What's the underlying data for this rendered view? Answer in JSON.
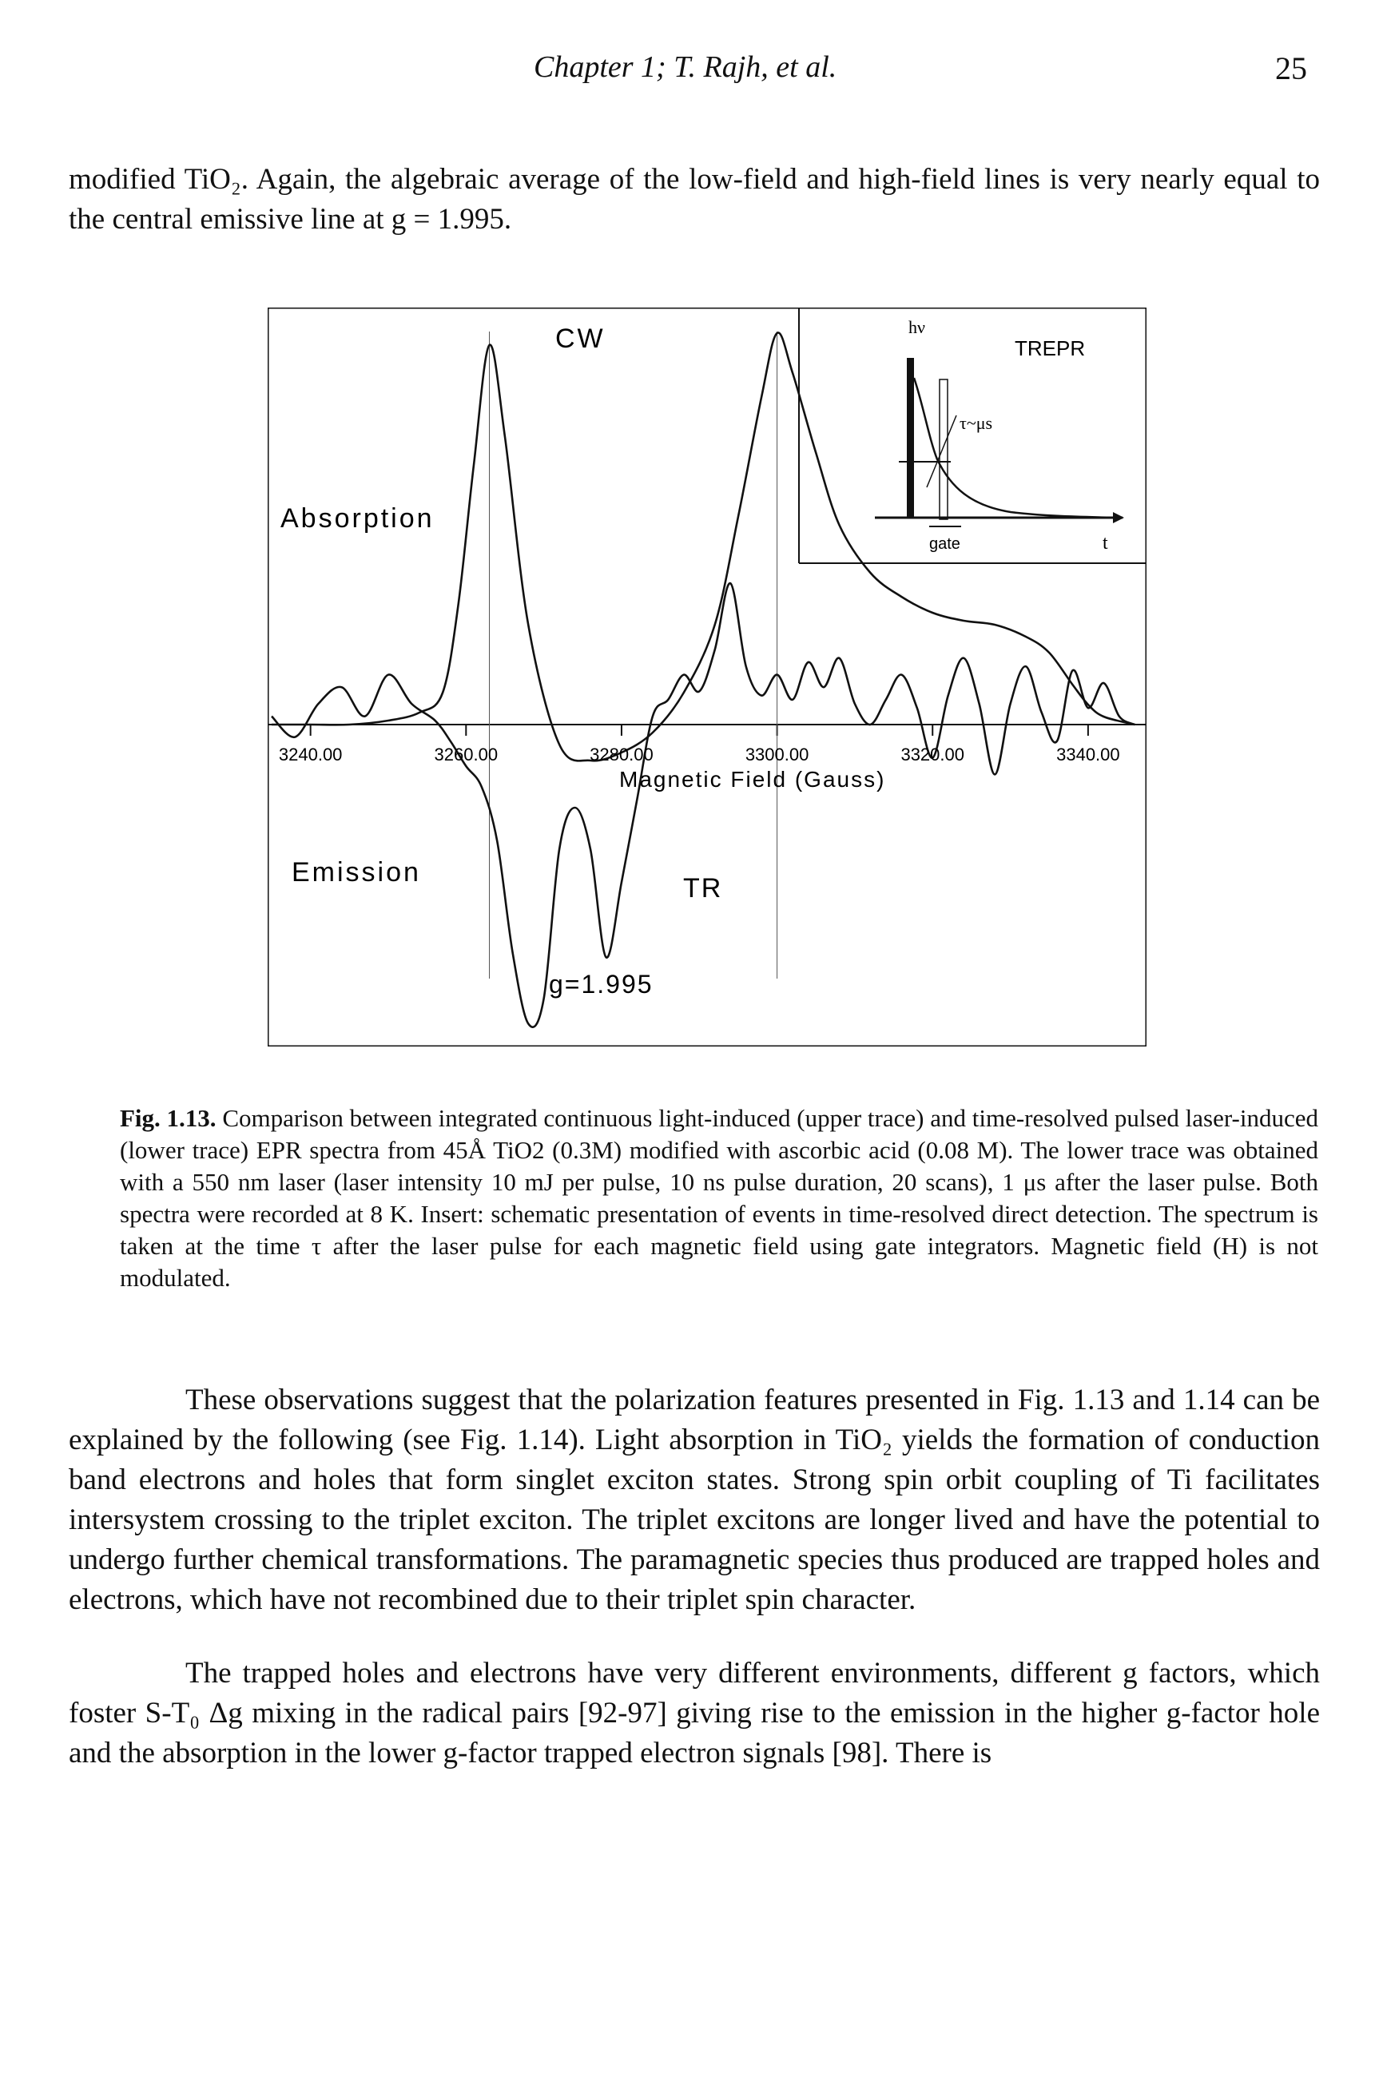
{
  "header": {
    "running_title": "Chapter 1;  T. Rajh, et al.",
    "page_number": "25"
  },
  "paragraphs": {
    "top": "modified TiO₂. Again, the algebraic average of the low-field and high-field lines is very nearly equal to the central  emissive line at  g = 1.995.",
    "observations": "These observations suggest that the polarization features presented in Fig. 1.13 and 1.14 can be explained by the following (see Fig. 1.14). Light absorption in TiO₂ yields the formation of conduction band electrons and holes that form singlet exciton states. Strong spin orbit coupling of Ti facilitates intersystem crossing to the triplet exciton. The triplet excitons are longer lived and have the potential to undergo further chemical transformations. The paramagnetic species thus produced are trapped holes and electrons, which have not recombined due to their triplet spin character.",
    "trapped": "The trapped holes and electrons have very different environments, different g factors, which foster S-T₀ Δg mixing in the radical pairs [92-97] giving rise to the emission in the higher g-factor hole and the absorption in the lower g-factor trapped electron signals [98]. There                                                                                                                    is"
  },
  "figure": {
    "label_cw": "CW",
    "label_absorption": "Absorption",
    "label_emission": "Emission",
    "label_tr": "TR",
    "label_g": "g=1.995",
    "inset": {
      "label_hv": "hν",
      "label_trepr": "TREPR",
      "label_tau": "τ~μs",
      "label_gate": "gate",
      "label_t": "t"
    }
  },
  "caption": {
    "number": "Fig. 1.13.",
    "text": "Comparison between integrated continuous light-induced (upper trace) and time-resolved pulsed laser-induced (lower trace) EPR spectra from 45Å TiO2 (0.3M) modified with ascorbic acid (0.08 M). The lower trace was obtained  with a 550 nm laser (laser intensity 10 mJ per pulse, 10 ns pulse duration, 20 scans), 1 μs after the laser pulse. Both spectra were recorded at 8 K. Insert: schematic presentation of events in time-resolved direct detection. The spectrum is taken at the time τ after the laser pulse for each magnetic field using gate integrators. Magnetic field (H) is not modulated."
  },
  "chart_data": {
    "type": "line",
    "xlabel": "Magnetic Field (Gauss)",
    "x_ticks": [
      "3240.00",
      "3260.00",
      "3280.00",
      "3300.00",
      "3320.00",
      "3340.00"
    ],
    "xlim": [
      3235,
      3347
    ],
    "series": [
      {
        "name": "CW",
        "x": [
          3235,
          3240,
          3245,
          3250,
          3254,
          3257,
          3259,
          3261,
          3263,
          3265,
          3268,
          3272,
          3276,
          3280,
          3284,
          3288,
          3292,
          3295,
          3298,
          3300,
          3302,
          3305,
          3308,
          3312,
          3316,
          3320,
          3324,
          3328,
          3332,
          3335,
          3338,
          3340,
          3342,
          3346
        ],
        "y": [
          0.0,
          0.0,
          0.0,
          0.01,
          0.03,
          0.08,
          0.3,
          0.65,
          0.95,
          0.72,
          0.25,
          -0.05,
          -0.09,
          -0.07,
          -0.02,
          0.08,
          0.25,
          0.52,
          0.82,
          0.98,
          0.88,
          0.68,
          0.5,
          0.38,
          0.32,
          0.28,
          0.26,
          0.25,
          0.22,
          0.18,
          0.1,
          0.05,
          0.02,
          0.0
        ]
      },
      {
        "name": "TR",
        "x": [
          3235,
          3238,
          3241,
          3244,
          3247,
          3250,
          3253,
          3256,
          3258,
          3260,
          3262,
          3264,
          3266,
          3268,
          3270,
          3272,
          3274,
          3276,
          3278,
          3280,
          3282,
          3284,
          3286,
          3288,
          3290,
          3292,
          3294,
          3296,
          3298,
          3300,
          3302,
          3304,
          3306,
          3308,
          3310,
          3312,
          3314,
          3316,
          3318,
          3320,
          3322,
          3324,
          3326,
          3328,
          3330,
          3332,
          3334,
          3336,
          3338,
          3340,
          3342,
          3344,
          3346
        ],
        "y": [
          0.02,
          -0.03,
          0.05,
          0.09,
          0.02,
          0.12,
          0.05,
          0.01,
          -0.04,
          -0.1,
          -0.15,
          -0.28,
          -0.55,
          -0.72,
          -0.66,
          -0.3,
          -0.2,
          -0.3,
          -0.56,
          -0.38,
          -0.18,
          0.02,
          0.06,
          0.12,
          0.08,
          0.18,
          0.34,
          0.14,
          0.07,
          0.12,
          0.06,
          0.15,
          0.09,
          0.16,
          0.05,
          0.0,
          0.06,
          0.12,
          0.04,
          -0.08,
          0.07,
          0.16,
          0.05,
          -0.12,
          0.05,
          0.14,
          0.03,
          -0.04,
          0.13,
          0.04,
          0.1,
          0.02,
          0.0
        ]
      }
    ]
  }
}
